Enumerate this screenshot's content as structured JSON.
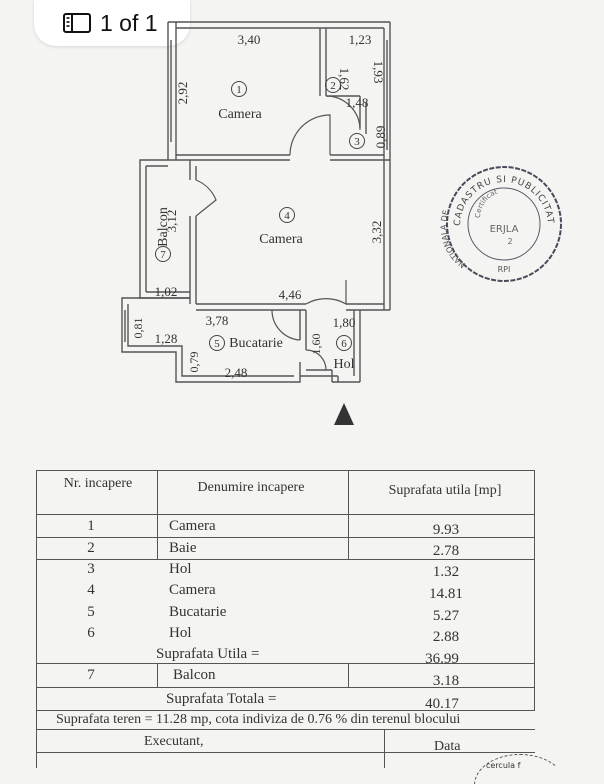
{
  "viewer": {
    "page_indicator": "1 of 1"
  },
  "floor_plan": {
    "dimensions": {
      "room1_width": "3,40",
      "room2_width": "1,23",
      "room1_height": "2,92",
      "room2_height": "1,93",
      "door_height": "1,62",
      "room2_lower": "1,48",
      "room3_height": "0,89",
      "room4_height": "3,32",
      "balcon_length": "3,12",
      "balcon_width": "1,02",
      "room4_width": "4,46",
      "kitchen_width": "3,78",
      "hol_width": "1,80",
      "kitchen_left_height": "0,81",
      "kitchen_left_width": "1,28",
      "kitchen_inner_height": "0,79",
      "kitchen_bottom": "2,48",
      "hol_height": "1,60"
    },
    "rooms": [
      {
        "num": "1",
        "name": "Camera"
      },
      {
        "num": "2",
        "name": ""
      },
      {
        "num": "3",
        "name": ""
      },
      {
        "num": "4",
        "name": "Camera"
      },
      {
        "num": "5",
        "name": "Bucatarie"
      },
      {
        "num": "6",
        "name": "Hol"
      },
      {
        "num": "7",
        "name": "Balcon"
      }
    ]
  },
  "stamp": {
    "outer_text": "CADASTRU SI PUBLICITATE",
    "left_text": "NATIONALA DE",
    "inner_text": "Certificat",
    "center_text": "ERJLA",
    "center_num": "2",
    "bottom_text": "RPI"
  },
  "table": {
    "headers": {
      "nr": "Nr. incapere",
      "name": "Denumire incapere",
      "area": "Suprafata utila [mp]"
    },
    "rows": [
      {
        "nr": "1",
        "name": "Camera",
        "area": "9.93"
      },
      {
        "nr": "2",
        "name": "Baie",
        "area": "2.78"
      },
      {
        "nr": "3",
        "name": "Hol",
        "area": "1.32"
      },
      {
        "nr": "4",
        "name": "Camera",
        "area": "14.81"
      },
      {
        "nr": "5",
        "name": "Bucatarie",
        "area": "5.27"
      },
      {
        "nr": "6",
        "name": "Hol",
        "area": "2.88"
      }
    ],
    "useful_label": "Suprafata Utila =",
    "useful_value": "36.99",
    "balcony": {
      "nr": "7",
      "name": "Balcon",
      "area": "3.18"
    },
    "total_label": "Suprafata Totala =",
    "total_value": "40.17",
    "land_note": "Suprafata teren = 11.28 mp, cota  indiviza de 0.76 % din terenul blocului",
    "executant_label": "Executant,",
    "date_label": "Data",
    "stamp_fragment": "cercula f"
  }
}
